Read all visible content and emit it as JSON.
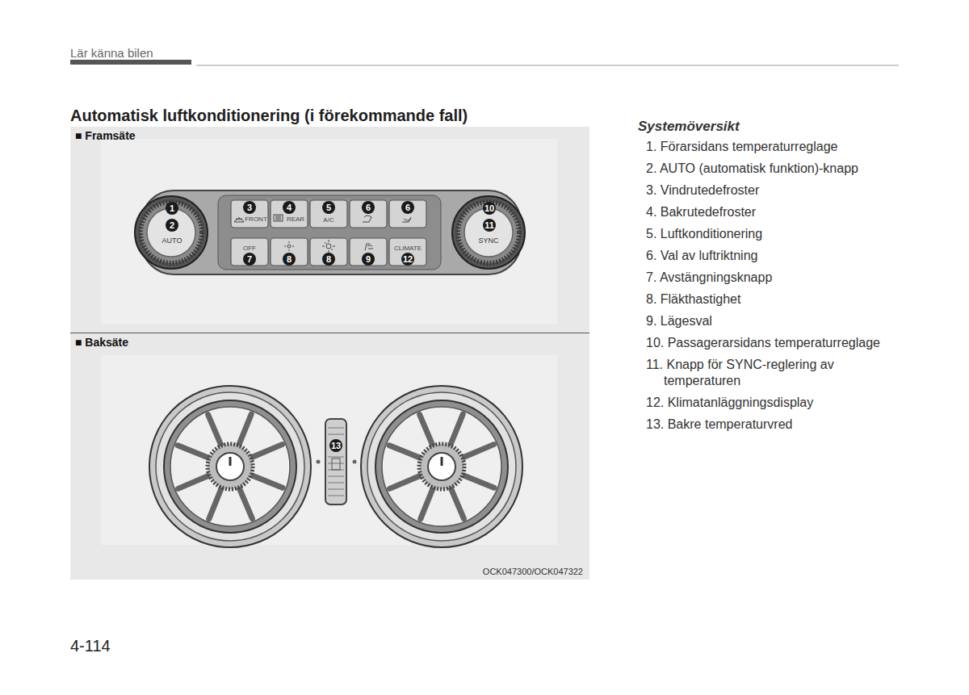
{
  "diagram": {
    "title": "Automatisk luftkonditionering (i förekommande fall)",
    "nodes": [
      {
        "text": [
          "■ Framsäte"
        ]
      },
      {
        "text": [
          "■ Baksäte"
        ]
      }
    ],
    "labels": [
      "Lär känna bilen",
      "Systemöversikt",
      "1. Förarsidans temperaturreglage",
      "2. AUTO (automatisk funktion)-knapp",
      "3. Vindrutedefroster",
      "4. Bakrutedefroster",
      "5. Luftkonditionering",
      "6. Val av luftriktning",
      "7. Avstängningsknapp",
      "8. Fläkthastighet",
      "9. Lägesval",
      "10. Passagerarsidans temperaturreglage",
      "11. Knapp för SYNC-reglering av temperaturen",
      "12. Klimatanläggningsdisplay",
      "13. Bakre temperaturvred",
      "1",
      "2",
      "AUTO",
      "3",
      "FRONT",
      "4",
      "REAR",
      "5",
      "A/C",
      "6",
      "6",
      "10",
      "11",
      "SYNC",
      "OFF",
      "7",
      "8",
      "8",
      "9",
      "CLIMATE",
      "12",
      "13",
      "OCK047300/OCK047322",
      "4-114"
    ]
  }
}
